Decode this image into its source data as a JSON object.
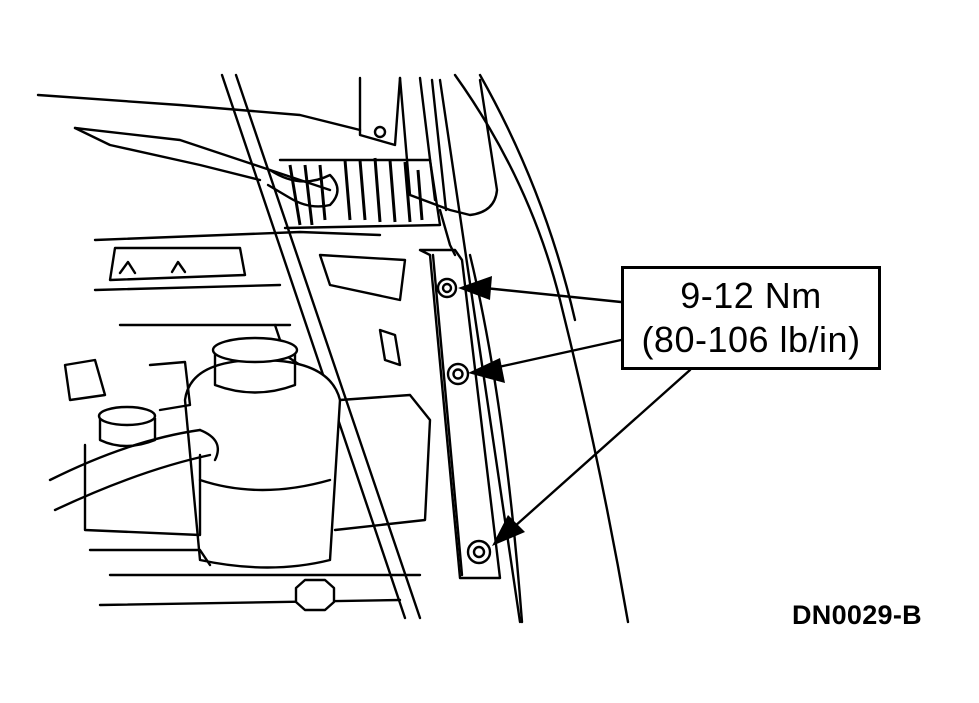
{
  "callout": {
    "torque_nm": "9-12 Nm",
    "torque_lbin": "(80-106 lb/in)"
  },
  "figure_id": "DN0029-B"
}
